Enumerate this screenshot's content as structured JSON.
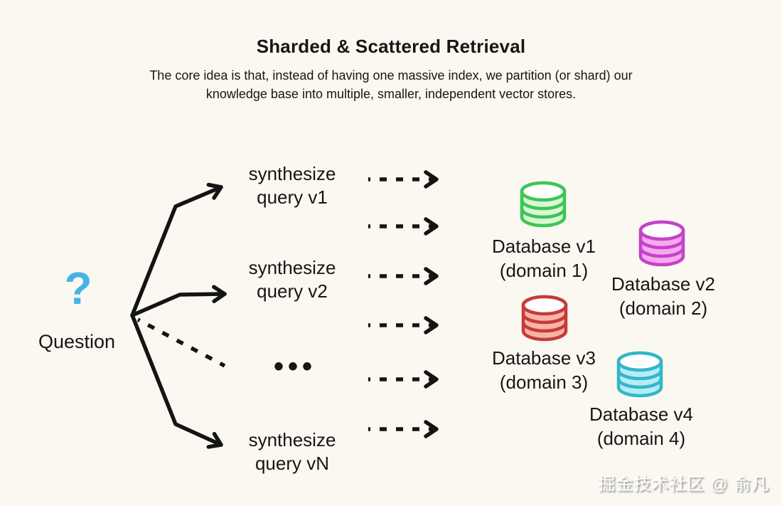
{
  "page": {
    "background": "#FAF8F0",
    "text_color": "#161616",
    "line_color": "#141414"
  },
  "header": {
    "title": "Sharded & Scattered Retrieval",
    "subtitle_line1": "The core idea is that, instead of having one massive index, we partition (or shard) our",
    "subtitle_line2": "knowledge base into multiple, smaller, independent vector stores."
  },
  "question": {
    "mark": "?",
    "mark_color": "#45B3E8",
    "label": "Question"
  },
  "queries": [
    {
      "line1": "synthesize",
      "line2": "query v1"
    },
    {
      "line1": "synthesize",
      "line2": "query v2"
    },
    {
      "line1": "synthesize",
      "line2": "query vN"
    }
  ],
  "ellipsis": "•••",
  "databases": [
    {
      "label": "Database v1",
      "domain": "(domain 1)",
      "stroke": "#3EC558",
      "fill": "#D9F7D2"
    },
    {
      "label": "Database v2",
      "domain": "(domain 2)",
      "stroke": "#C443C9",
      "fill": "#F7A9F0"
    },
    {
      "label": "Database v3",
      "domain": "(domain 3)",
      "stroke": "#C53C38",
      "fill": "#F8B4A8"
    },
    {
      "label": "Database v4",
      "domain": "(domain 4)",
      "stroke": "#33B6C9",
      "fill": "#B5ECF6"
    }
  ],
  "watermark": {
    "text": "掘金技术社区 @ 俞凡",
    "color": "#FFFFFF"
  }
}
